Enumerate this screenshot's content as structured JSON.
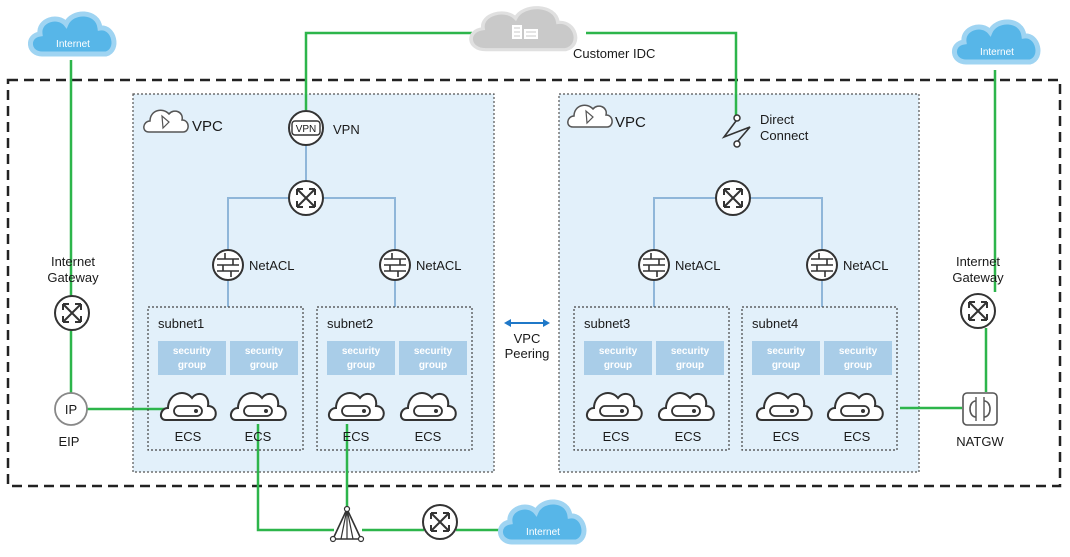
{
  "internet_label": "Internet",
  "customer_idc": "Customer IDC",
  "vpc_label": "VPC",
  "vpn_label": "VPN",
  "vpn_icon_text": "VPN",
  "direct_connect": [
    "Direct",
    "Connect"
  ],
  "netacl_label": "NetACL",
  "internet_gateway": [
    "Internet",
    "Gateway"
  ],
  "eip_label": "EIP",
  "eip_icon_text": "IP",
  "natgw_label": "NATGW",
  "vpc_peering": [
    "VPC",
    "Peering"
  ],
  "subnets": [
    "subnet1",
    "subnet2",
    "subnet3",
    "subnet4"
  ],
  "security_group": [
    "security",
    "group"
  ],
  "ecs_label": "ECS",
  "colors": {
    "vpc_fill": "#e2f0fa",
    "link_green": "#2db54b",
    "vpc_line_blue": "#8fb6d9",
    "security_group": "#a9cde8",
    "cloud_blue": "#57b6e8",
    "peering_arrow": "#1f78c8"
  }
}
